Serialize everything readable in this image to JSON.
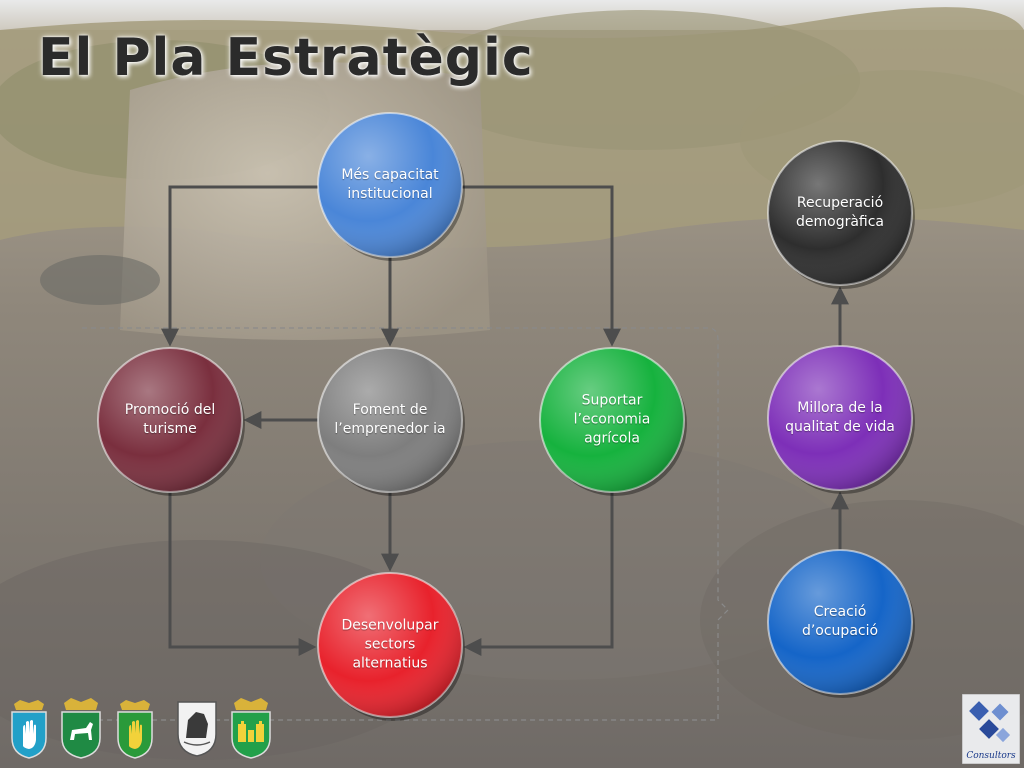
{
  "slide": {
    "title": "El Pla Estratègic"
  },
  "nodes": [
    {
      "id": "institucional",
      "label": "Més capacitat institucional",
      "color": "#4a86d8"
    },
    {
      "id": "turisme",
      "label": "Promoció del turisme",
      "color": "#7a2f3e"
    },
    {
      "id": "emprenedoria",
      "label": "Foment de l’emprenedor ia",
      "color": "#7e7e7e"
    },
    {
      "id": "agricola",
      "label": "Suportar l’economia agrícola",
      "color": "#16b23e"
    },
    {
      "id": "alternatius",
      "label": "Desenvolupar sectors alternatius",
      "color": "#e8222c"
    },
    {
      "id": "demografica",
      "label": "Recuperació demogràfica",
      "color": "#2e2e2e"
    },
    {
      "id": "qualitat",
      "label": "Millora de la qualitat de vida",
      "color": "#7d2fb8"
    },
    {
      "id": "ocupacio",
      "label": "Creació d’ocupació",
      "color": "#1565c8"
    }
  ],
  "edges": [
    {
      "from": "institucional",
      "to": "turisme"
    },
    {
      "from": "institucional",
      "to": "emprenedoria"
    },
    {
      "from": "institucional",
      "to": "agricola"
    },
    {
      "from": "emprenedoria",
      "to": "turisme"
    },
    {
      "from": "emprenedoria",
      "to": "alternatius"
    },
    {
      "from": "turisme",
      "to": "alternatius"
    },
    {
      "from": "agricola",
      "to": "alternatius"
    },
    {
      "from": "ocupacio",
      "to": "qualitat"
    },
    {
      "from": "qualitat",
      "to": "demografica"
    }
  ],
  "logos": {
    "crests": [
      "crest-hand-icon",
      "crest-goat-icon",
      "crest-yellow-hand-icon",
      "crest-fox-icon",
      "crest-castle-icon"
    ],
    "consultors": {
      "text": "Consultors"
    }
  },
  "colors": {
    "line": "#4d4d4d",
    "bracket": "#8a8a8a"
  }
}
